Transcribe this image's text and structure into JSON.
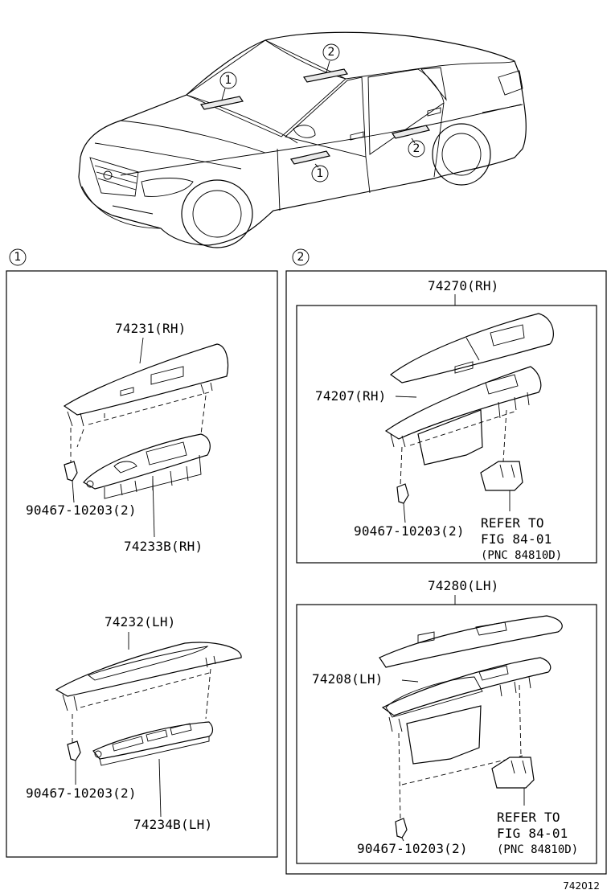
{
  "figure_id": "742012",
  "callouts": {
    "car_front_left_windshield": "1",
    "car_front_door": "1",
    "car_rear_roof": "2",
    "car_rear_door": "2"
  },
  "panel_1": {
    "marker": "1",
    "group_rh": {
      "bezel_label": "74231(RH)",
      "clip_label": "90467-10203(2)",
      "switch_label": "74233B(RH)"
    },
    "group_lh": {
      "bezel_label": "74232(LH)",
      "clip_label": "90467-10203(2)",
      "switch_label": "74234B(LH)"
    }
  },
  "panel_2": {
    "marker": "2",
    "group_rh": {
      "title": "74270(RH)",
      "switch_label": "74207(RH)",
      "clip_label": "90467-10203(2)",
      "refer_line1": "REFER TO",
      "refer_line2": "FIG 84-01",
      "refer_line3": "(PNC 84810D)"
    },
    "group_lh": {
      "title": "74280(LH)",
      "switch_label": "74208(LH)",
      "clip_label": "90467-10203(2)",
      "refer_line1": "REFER TO",
      "refer_line2": "FIG 84-01",
      "refer_line3": "(PNC 84810D)"
    }
  }
}
